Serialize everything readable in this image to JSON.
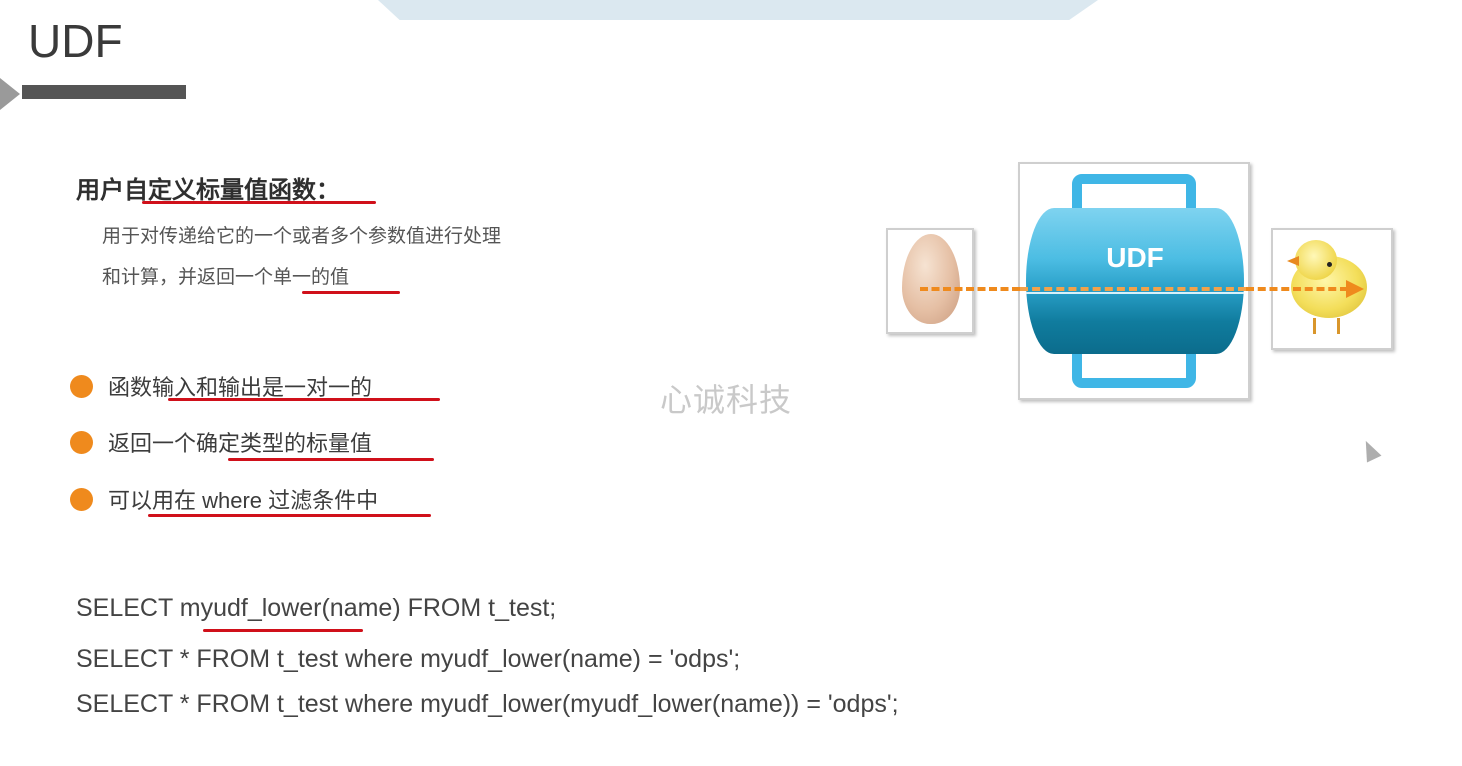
{
  "slide": {
    "title": "UDF",
    "heading": "用户自定义标量值函数：",
    "description_lines": [
      "用于对传递给它的一个或者多个参数值进行处理",
      "和计算，并返回一个单一的值"
    ],
    "bullets": [
      "函数输入和输出是一对一的",
      "返回一个确定类型的标量值",
      "可以用在 where 过滤条件中"
    ],
    "watermark": "心诚科技",
    "code_lines": [
      "SELECT myudf_lower(name) FROM t_test;",
      "SELECT * FROM t_test where myudf_lower(name) = 'odps';",
      "SELECT * FROM t_test where myudf_lower(myudf_lower(name)) = 'odps';"
    ]
  },
  "diagram": {
    "input_icon": "egg-icon",
    "process_label": "UDF",
    "output_icon": "chick-icon",
    "flow_color": "#ef8a1d",
    "tank_color": "#2aa0c9"
  },
  "colors": {
    "accent_bullet": "#ef8a1d",
    "annotation_underline": "#d0101a",
    "title_bar": "#555555"
  },
  "cursor": "pointer-icon"
}
